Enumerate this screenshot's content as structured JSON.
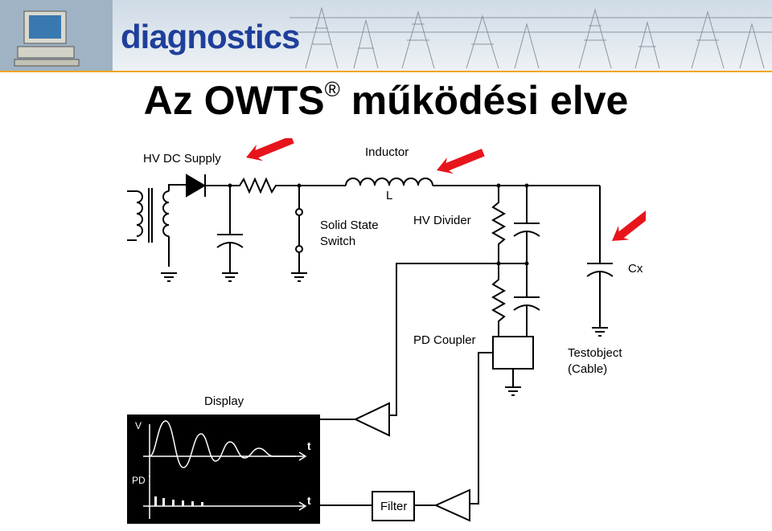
{
  "brand": {
    "logo_text": "diagnostics",
    "accent": "#f2a51a",
    "brand_color": "#1f3f9a"
  },
  "slide": {
    "title": "Az OWTS",
    "title_mark": "®",
    "title_rest": "működési elve"
  },
  "diagram": {
    "labels": {
      "hv_dc_supply": "HV DC Supply",
      "inductor": "Inductor",
      "inductor_symbol": "L",
      "solid_state_switch_line1": "Solid State",
      "solid_state_switch_line2": "Switch",
      "hv_divider": "HV Divider",
      "cx": "Cx",
      "pd_coupler": "PD Coupler",
      "testobject_line1": "Testobject",
      "testobject_line2": "(Cable)",
      "display": "Display",
      "filter": "Filter",
      "axis_v": "V",
      "axis_t1": "t",
      "axis_pd": "PD",
      "axis_t2": "t"
    },
    "colors": {
      "arrow": "#e8141b",
      "line": "#000000",
      "display_bg": "#000000",
      "display_trace": "#ffffff"
    }
  }
}
